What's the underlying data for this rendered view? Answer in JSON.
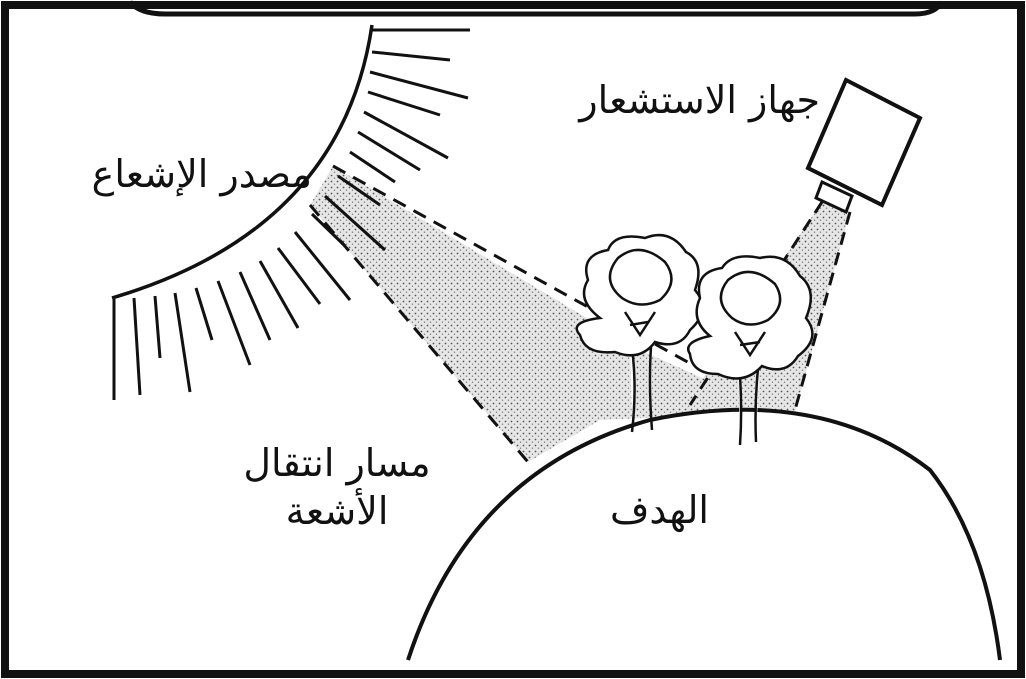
{
  "diagram": {
    "labels": {
      "sensor": "جهاز الاستشعار",
      "source": "مصدر الإشعاع",
      "path": "مسار انتقال الأشعة",
      "target": "الهدف"
    },
    "colors": {
      "ink": "#111111",
      "background": "#ffffff",
      "beam_fill": "#dcdcdc"
    },
    "icons": [
      "sun-rays-icon",
      "sensor-box-icon",
      "tree-icon",
      "earth-arc-icon"
    ]
  }
}
